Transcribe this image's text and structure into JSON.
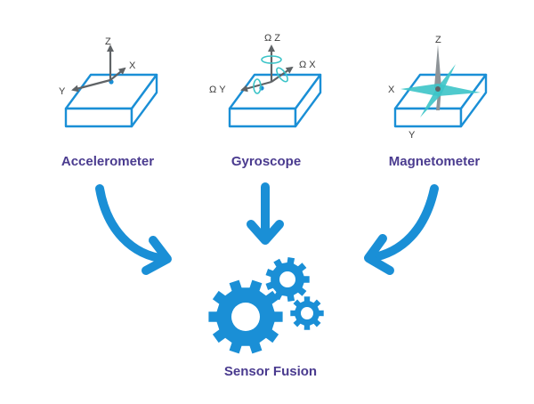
{
  "sensors": [
    {
      "id": "accelerometer",
      "label": "Accelerometer",
      "axes": {
        "z": "Z",
        "x": "X",
        "y": "Y"
      }
    },
    {
      "id": "gyroscope",
      "label": "Gyroscope",
      "axes": {
        "z": "Ω Z",
        "x": "Ω X",
        "y": "Ω Y"
      }
    },
    {
      "id": "magnetometer",
      "label": "Magnetometer",
      "axes": {
        "z": "Z",
        "x": "X",
        "y": "Y"
      }
    }
  ],
  "result": {
    "label": "Sensor Fusion"
  },
  "colors": {
    "accent": "#1a8fd6",
    "label": "#4a3b8f",
    "axis": "#5f6366",
    "compass": "#3cc4c8"
  },
  "icons": {
    "result": "gears-icon"
  }
}
